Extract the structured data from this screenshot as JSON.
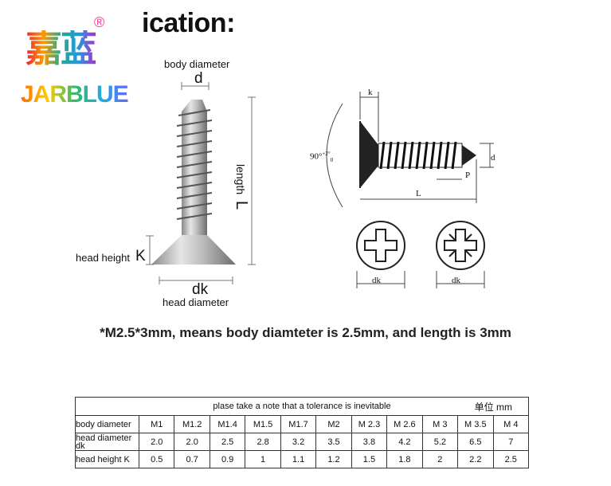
{
  "logo": {
    "chinese": "嘉蓝",
    "english": "JARBLUE",
    "registered": "®"
  },
  "title": "ication:",
  "left_diagram": {
    "body_diameter_label": "body diameter",
    "d": "d",
    "length_label": "length",
    "L": "L",
    "head_height_label": "head height",
    "K": "K",
    "dk": "dk",
    "head_diameter_label": "head diameter"
  },
  "right_diagram": {
    "k": "k",
    "angle": "90°",
    "angle_tol": "+2°",
    "angle_tol2": "0",
    "d": "d",
    "P": "P",
    "L": "L",
    "dk1": "dk",
    "dk2": "dk"
  },
  "note": "*M2.5*3mm, means body diamteter is 2.5mm, and length is 3mm",
  "table": {
    "caption": "plase take a note that a tolerance is inevitable",
    "unit": "单位 mm",
    "columns": [
      "M1",
      "M1.2",
      "M1.4",
      "M1.5",
      "M1.7",
      "M2",
      "M 2.3",
      "M 2.6",
      "M 3",
      "M 3.5",
      "M 4"
    ],
    "rows": [
      {
        "label": "body diameter",
        "values": []
      },
      {
        "label": "head diameter dk",
        "values": [
          "2.0",
          "2.0",
          "2.5",
          "2.8",
          "3.2",
          "3.5",
          "3.8",
          "4.2",
          "5.2",
          "6.5",
          "7"
        ]
      },
      {
        "label": "head height K",
        "values": [
          "0.5",
          "0.7",
          "0.9",
          "1",
          "1.1",
          "1.2",
          "1.5",
          "1.8",
          "2",
          "2.2",
          "2.5"
        ]
      }
    ]
  }
}
